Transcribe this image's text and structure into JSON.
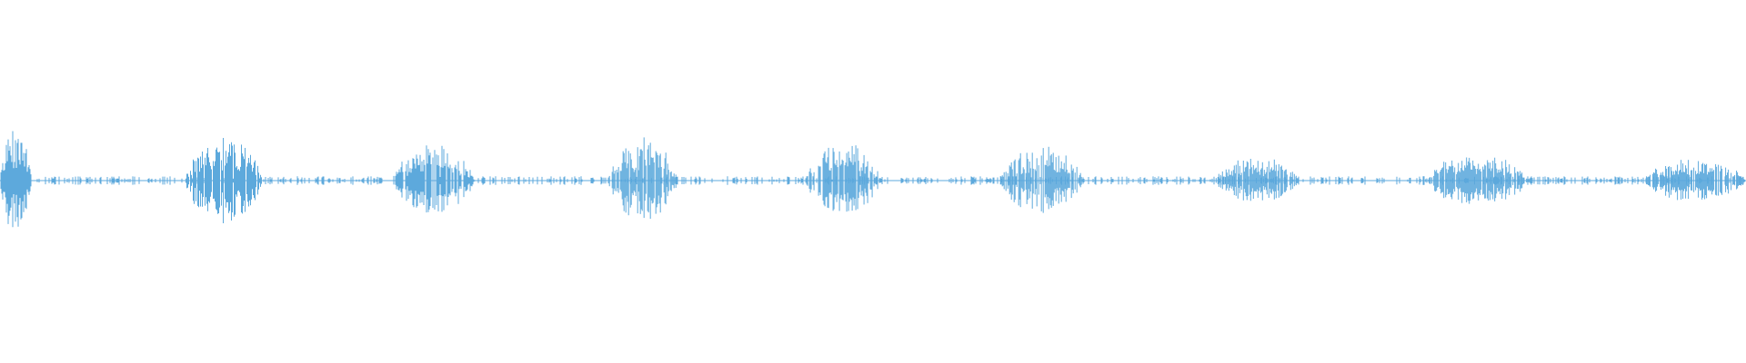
{
  "waveform": {
    "color": "#5da9dc",
    "background": "#ffffff",
    "duration_fraction_start": 0,
    "duration_fraction_end": 1,
    "baseline_amplitude": 0.01,
    "segments": [
      {
        "start": 0.0,
        "end": 0.018,
        "peak": 0.15,
        "density": 1.0
      },
      {
        "start": 0.106,
        "end": 0.15,
        "peak": 0.12,
        "density": 0.9
      },
      {
        "start": 0.225,
        "end": 0.272,
        "peak": 0.09,
        "density": 0.9
      },
      {
        "start": 0.348,
        "end": 0.388,
        "peak": 0.11,
        "density": 0.85
      },
      {
        "start": 0.461,
        "end": 0.505,
        "peak": 0.09,
        "density": 0.85
      },
      {
        "start": 0.572,
        "end": 0.62,
        "peak": 0.09,
        "density": 0.85
      },
      {
        "start": 0.696,
        "end": 0.744,
        "peak": 0.06,
        "density": 0.85
      },
      {
        "start": 0.816,
        "end": 0.876,
        "peak": 0.07,
        "density": 0.85
      },
      {
        "start": 0.942,
        "end": 1.0,
        "peak": 0.06,
        "density": 0.8
      }
    ]
  }
}
